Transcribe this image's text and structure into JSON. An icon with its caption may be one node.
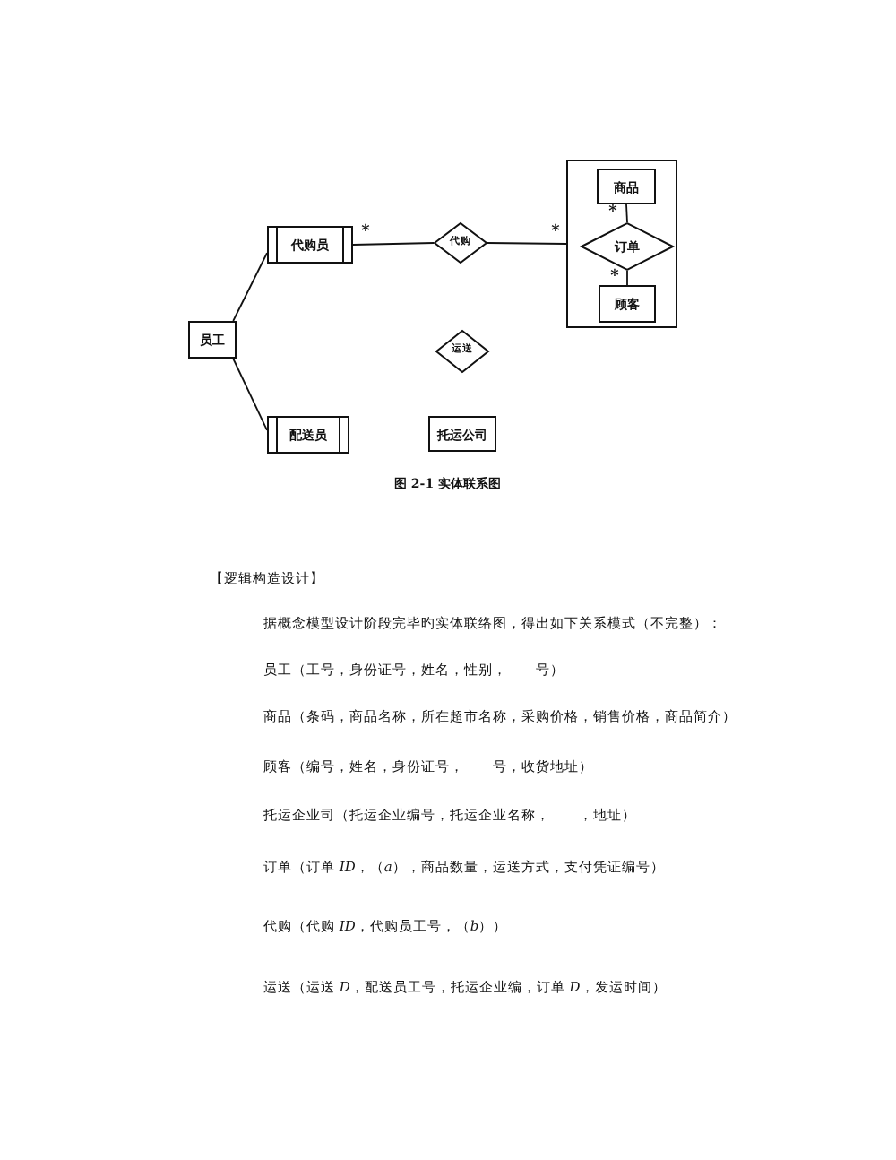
{
  "diagram": {
    "caption": "图 2-1 实体联系图",
    "nodes": [
      {
        "text": [
          "员工"
        ]
      },
      {
        "text": [
          "代购员"
        ]
      },
      {
        "text": [
          "代购"
        ]
      },
      {
        "text": [],
        "shape": "box"
      },
      {
        "text": [
          "商品"
        ],
        "in": 3
      },
      {
        "text": [
          "订单"
        ],
        "in": 3
      },
      {
        "text": [
          "顾客"
        ],
        "in": 3
      },
      {
        "text": [
          "运送"
        ]
      },
      {
        "text": [
          "配送员"
        ]
      },
      {
        "text": [
          "托运公司"
        ]
      }
    ],
    "edges": [
      {
        "from": 0,
        "to": 1,
        "arrow": "none"
      },
      {
        "from": 0,
        "to": 8,
        "arrow": "none"
      },
      {
        "from": 1,
        "to": 2,
        "arrow": "none",
        "label": "*"
      },
      {
        "from": 2,
        "to": 3,
        "arrow": "none",
        "label": "*"
      },
      {
        "from": 4,
        "to": 5,
        "arrow": "none",
        "label": "*"
      },
      {
        "from": 5,
        "to": 6,
        "arrow": "none",
        "label": "*"
      }
    ],
    "labels": [
      "【逻辑构造设计】",
      "据概念模型设计阶段完毕旳实体联络图，得出如下关系模式（不完整）：",
      "员工（工号，身份证号，姓名，性别，　　号）",
      "商品（条码，商品名称，所在超市名称，采购价格，销售价格，商品简介）",
      "顾客（编号，姓名，身份证号，　　号，收货地址）",
      "托运企业司（托运企业编号，托运企业名称，　　，地址）",
      "订单（订单 *ID*，（*a*），商品数量，运送方式，支付凭证编号）",
      "代购（代购 *ID*，代购员工号，（*b*））",
      "运送（运送 *D*，配送员工号，托运企业编，订单 *D*，发运时间）"
    ]
  }
}
